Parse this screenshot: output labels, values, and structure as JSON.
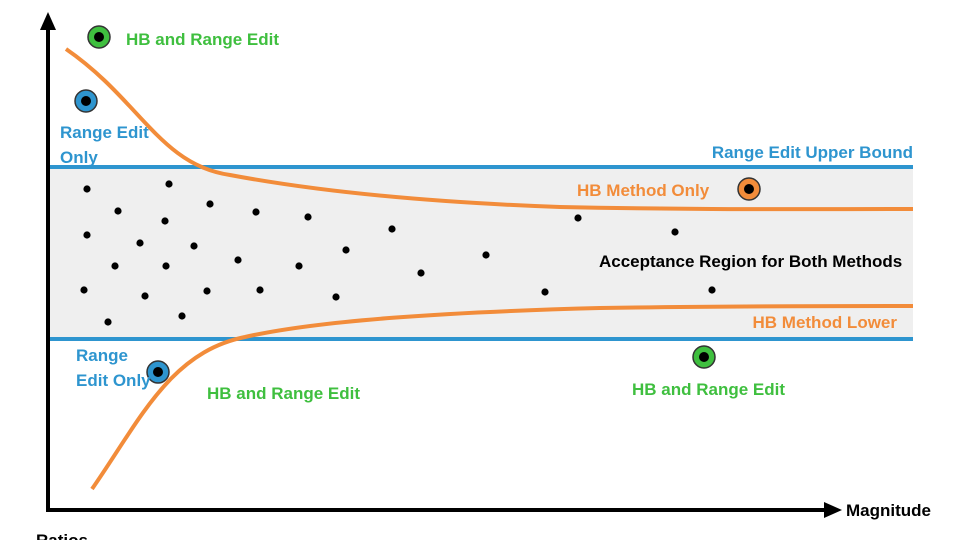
{
  "colors": {
    "range_edit": "#2e95cf",
    "hb_method": "#f28c3a",
    "hb_and_range": "#3fbf3f",
    "acceptance_fill": "#efefef",
    "ink": "#000000"
  },
  "axes": {
    "x_label": "Magnitude",
    "y_label": "Ratios"
  },
  "labels": {
    "range_upper": "Range Edit Upper Bound",
    "hb_only": "HB Method Only",
    "acceptance": "Acceptance Region for Both Methods",
    "hb_lower": "HB Method Lower",
    "hb_range_top": "HB and Range Edit",
    "range_only_top_1": "Range Edit",
    "range_only_top_2": "Only",
    "range_only_bottom_1": "Range",
    "range_only_bottom_2": "Edit Only",
    "hb_range_bottom_left": "HB and Range Edit",
    "hb_range_bottom_right": "HB and Range Edit"
  },
  "markers": [
    {
      "name": "marker-hb-and-range-top",
      "kind": "hb_and_range"
    },
    {
      "name": "marker-range-only-top",
      "kind": "range_edit"
    },
    {
      "name": "marker-hb-only",
      "kind": "hb_method"
    },
    {
      "name": "marker-range-only-bottom",
      "kind": "range_edit"
    },
    {
      "name": "marker-hb-and-range-bottom-right",
      "kind": "hb_and_range"
    }
  ]
}
